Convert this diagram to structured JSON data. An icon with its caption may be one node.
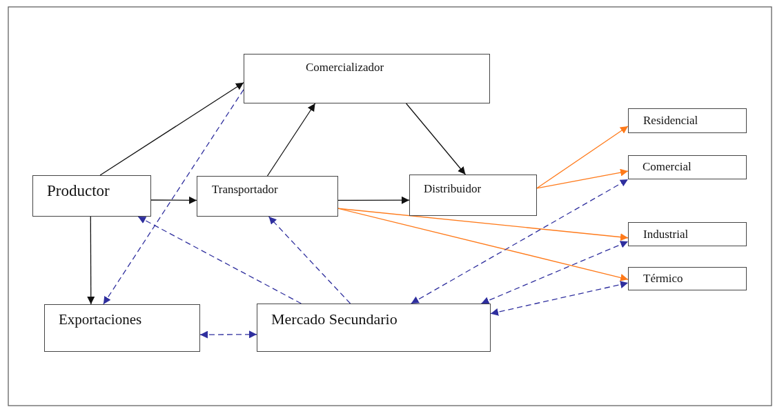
{
  "diagram": {
    "nodes": [
      {
        "text": [
          "Comercializador"
        ]
      },
      {
        "text": [
          "Residencial"
        ]
      },
      {
        "text": [
          "Productor"
        ]
      },
      {
        "text": [
          "Transportador"
        ]
      },
      {
        "text": [
          "Distribuidor"
        ]
      },
      {
        "text": [
          "Comercial"
        ]
      },
      {
        "text": [
          "Industrial"
        ]
      },
      {
        "text": [
          "Térmico"
        ]
      },
      {
        "text": [
          "Exportaciones"
        ]
      },
      {
        "text": [
          "Mercado Secundario"
        ]
      }
    ],
    "edges": [
      {
        "from": 2,
        "to": 0,
        "arrow": "to",
        "color": "#111111"
      },
      {
        "from": 0,
        "to": 8,
        "arrow": "to",
        "style": "dashed"
      },
      {
        "from": 3,
        "to": 0,
        "arrow": "to",
        "color": "#111111"
      },
      {
        "from": 0,
        "to": 4,
        "arrow": "to",
        "color": "#111111"
      },
      {
        "from": 2,
        "to": 3,
        "arrow": "to",
        "color": "#111111"
      },
      {
        "from": 3,
        "to": 4,
        "arrow": "to",
        "color": "#111111"
      },
      {
        "from": 2,
        "to": 8,
        "arrow": "to",
        "color": "#111111"
      },
      {
        "from": 4,
        "to": 1,
        "arrow": "to",
        "color": "#ff7a1a"
      },
      {
        "from": 4,
        "to": 5,
        "arrow": "to",
        "color": "#ff7a1a"
      },
      {
        "from": 3,
        "to": 6,
        "arrow": "to",
        "color": "#ff7a1a"
      },
      {
        "from": 3,
        "to": 7,
        "arrow": "to",
        "color": "#ff7a1a"
      },
      {
        "from": 9,
        "to": 5,
        "arrow": "both",
        "style": "dashed"
      },
      {
        "from": 9,
        "to": 6,
        "arrow": "both",
        "style": "dashed"
      },
      {
        "from": 9,
        "to": 7,
        "arrow": "both",
        "style": "dashed"
      },
      {
        "from": 9,
        "to": 2,
        "arrow": "to",
        "style": "dashed"
      },
      {
        "from": 9,
        "to": 3,
        "arrow": "to",
        "style": "dashed"
      },
      {
        "from": 8,
        "to": 9,
        "arrow": "both",
        "style": "dashed"
      }
    ]
  }
}
